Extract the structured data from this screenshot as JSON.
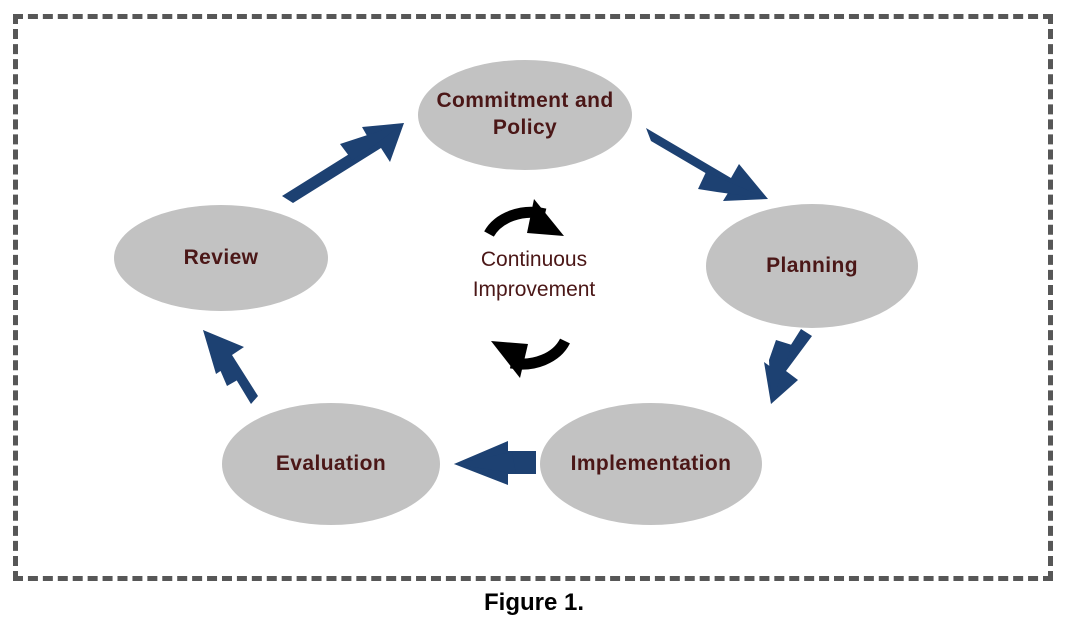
{
  "figure": {
    "caption": "Figure 1.",
    "frame_style": "dashed",
    "frame_color": "#575757",
    "background_color": "#ffffff"
  },
  "diagram": {
    "type": "cycle",
    "node_fill_color": "#c2c2c2",
    "node_text_color": "#4b1717",
    "arrow_color": "#1d4172",
    "center_arrow_color": "#000000",
    "center": {
      "label": "Continuous\nImprovement",
      "line1": "Continuous",
      "line2": "Improvement"
    },
    "nodes": [
      {
        "id": "commitment",
        "label": "Commitment\nand Policy",
        "order": 1
      },
      {
        "id": "planning",
        "label": "Planning",
        "order": 2
      },
      {
        "id": "implementation",
        "label": "Implementation",
        "order": 3
      },
      {
        "id": "evaluation",
        "label": "Evaluation",
        "order": 4
      },
      {
        "id": "review",
        "label": "Review",
        "order": 5
      }
    ],
    "connections": [
      {
        "from": "commitment",
        "to": "planning",
        "direction": "down-right"
      },
      {
        "from": "planning",
        "to": "implementation",
        "direction": "down-left"
      },
      {
        "from": "implementation",
        "to": "evaluation",
        "direction": "left"
      },
      {
        "from": "evaluation",
        "to": "review",
        "direction": "up-left"
      },
      {
        "from": "review",
        "to": "commitment",
        "direction": "up-right"
      }
    ]
  }
}
